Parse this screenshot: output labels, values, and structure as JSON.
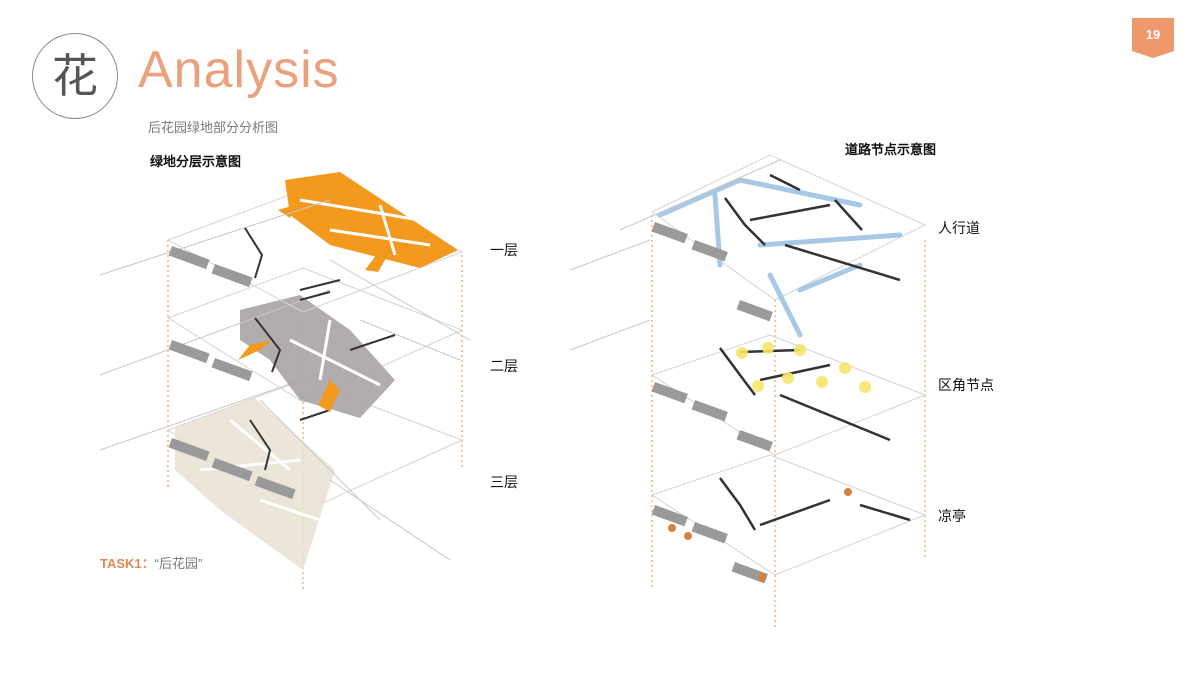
{
  "logo": {
    "char": "花"
  },
  "header": {
    "title": "Analysis",
    "subtitle": "后花园绿地部分分析图"
  },
  "page": {
    "number": "19",
    "badge_color": "#f0976c"
  },
  "left_diagram": {
    "heading": "绿地分层示意图",
    "layers": [
      "一层",
      "二层",
      "三层"
    ],
    "colors": {
      "layer1": "#f39a1e",
      "layer2": "#a9a4a6",
      "layer3": "#e7e0d3"
    }
  },
  "right_diagram": {
    "heading": "道路节点示意图",
    "layers": [
      "人行道",
      "区角节点",
      "凉亭"
    ],
    "colors": {
      "walkway": "#a9c8e6",
      "node": "#f5e66a",
      "pavilion": "#d9803a"
    }
  },
  "task": {
    "label": "TASK1：",
    "value": "“后花园”"
  }
}
